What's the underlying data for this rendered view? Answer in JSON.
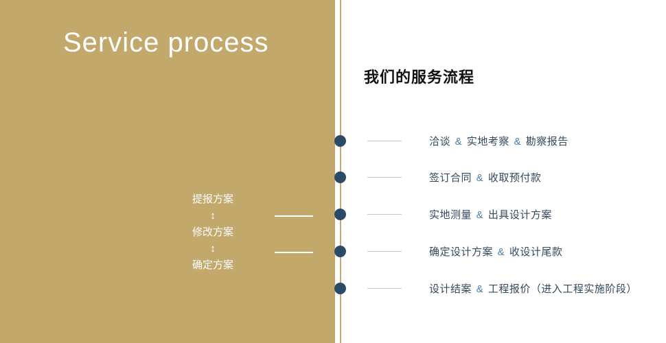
{
  "left_panel": {
    "title": "Service process",
    "flow": {
      "items": [
        "提报方案",
        "修改方案",
        "确定方案"
      ],
      "arrow": "↕"
    }
  },
  "right_panel": {
    "heading": "我们的服务流程",
    "steps": [
      "洽谈 & 实地考察 & 勘察报告",
      "签订合同 & 收取预付款",
      "实地测量 & 出具设计方案",
      "确定设计方案 & 收设计尾款",
      "设计结案 & 工程报价（进入工程实施阶段）"
    ]
  },
  "colors": {
    "gold": "#c3a86c",
    "dot_navy": "#2c4a66",
    "amp_blue": "#4a7dab",
    "step_text": "#33485e",
    "line_gray": "#c6c6c6"
  }
}
